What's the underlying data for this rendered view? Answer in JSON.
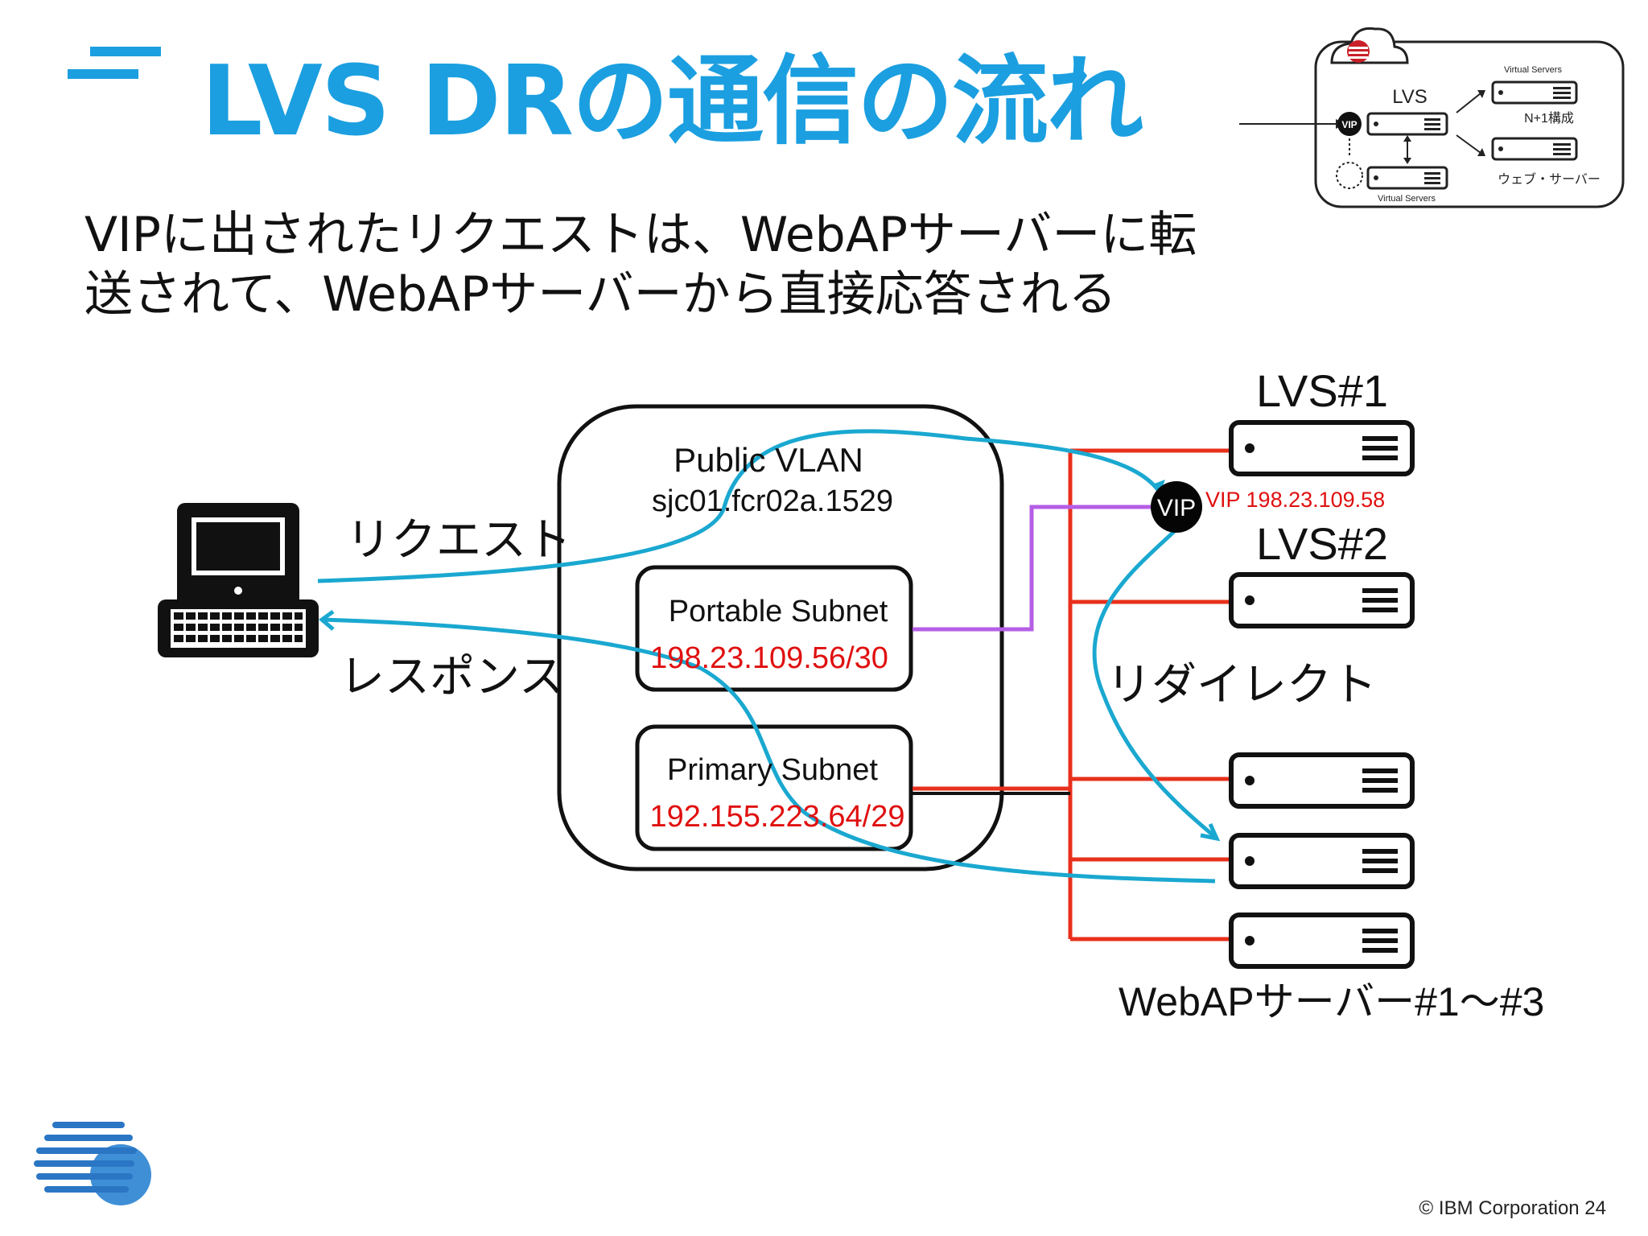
{
  "slide": {
    "title": "LVS DRの通信の流れ",
    "subtitle": "VIPに出されたリクエストは、WebAPサーバーに転送されて、WebAPサーバーから直接応答される",
    "footer": "© IBM Corporation  24"
  },
  "inset": {
    "lvs_label": "LVS",
    "vip_badge": "VIP",
    "top_label": "Virtual Servers",
    "bottom_label": "Virtual Servers",
    "n1_label": "N+1構成",
    "web_label": "ウェブ・サーバー"
  },
  "diagram": {
    "vlan_name": "Public VLAN",
    "vlan_id": "sjc01.fcr02a.1529",
    "portable_subnet_label": "Portable  Subnet",
    "portable_subnet_cidr": "198.23.109.56/30",
    "primary_subnet_label": "Primary Subnet",
    "primary_subnet_cidr": "192.155.223.64/29",
    "request_label": "リクエスト",
    "response_label": "レスポンス",
    "redirect_label": "リダイレクト",
    "lvs1_label": "LVS#1",
    "lvs2_label": "LVS#2",
    "vip_badge": "VIP",
    "vip_address": "VIP 198.23.109.58",
    "webap_label": "WebAPサーバー#1〜#3"
  },
  "colors": {
    "title": "#1b9fe0",
    "flow_arrow": "#1aa8d0",
    "network_line": "#e8301c",
    "vip_link": "#b55ee6",
    "cidr_text": "#e01010"
  }
}
